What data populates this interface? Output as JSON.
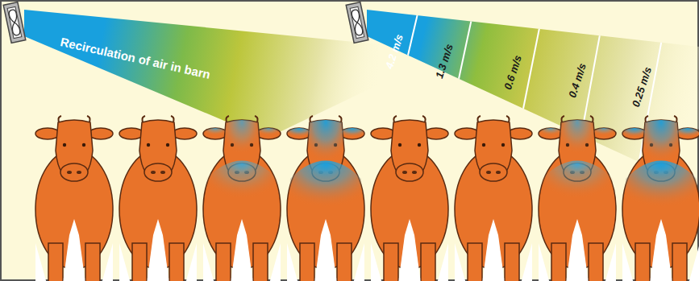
{
  "diagram": {
    "labels": [
      "Recirculation of air in barn",
      "4.2 m/s",
      "1.3 m/s",
      "0.6 m/s",
      "0.4 m/s",
      "0.25 m/s"
    ]
  }
}
